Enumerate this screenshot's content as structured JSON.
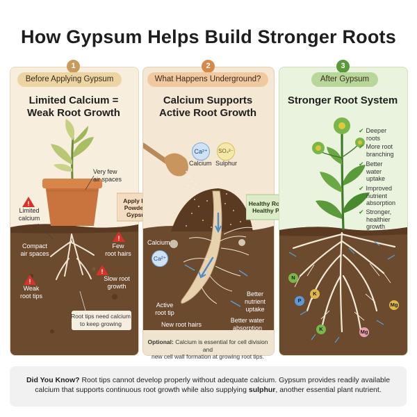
{
  "title": "How Gypsum Helps Build Stronger Roots",
  "panel1": {
    "number": "1",
    "pill": "Before Applying Gypsum",
    "heading_line1": "Limited Calcium =",
    "heading_line2": "Weak Root Growth",
    "labels": {
      "very_few": "Very few",
      "air_spaces": "air spaces",
      "limited": "Limited",
      "calcium": "calcium",
      "compact": "Compact",
      "air_spaces2": "air spaces",
      "few": "Few",
      "root_hairs": "root hairs",
      "slow_root": "Slow root",
      "growth": "growth",
      "weak": "Weak",
      "root_tips": "root tips"
    },
    "note_line1": "Root tips need calcium",
    "note_line2": "to keep growing"
  },
  "arrow1": {
    "line1": "Apply Fine",
    "line2": "Powdered",
    "line3": "Gypsum"
  },
  "panel2": {
    "number": "2",
    "pill": "What Happens Underground?",
    "heading_line1": "Calcium Supports",
    "heading_line2": "Active Root Growth",
    "ca_symbol": "Ca²⁺",
    "so4_symbol": "SO₄²⁻",
    "calcium_label": "Calcium",
    "sulphur_label": "Sulphur",
    "labels": {
      "calcium": "Calcium",
      "ca_ion": "Ca²⁺",
      "active": "Active",
      "root_tip": "root tip",
      "new_root_hairs": "New root hairs",
      "better": "Better",
      "nutrient": "nutrient",
      "uptake": "uptake",
      "better_water": "Better water",
      "absorption": "absorption"
    },
    "optional_label": "Optional:",
    "optional_text_1": " Calcium is essential for cell division and",
    "optional_text_2": "new cell wall formation at growing root tips."
  },
  "arrow2": {
    "line1": "Healthy Roots =",
    "line2": "Healthy Plant"
  },
  "panel3": {
    "number": "3",
    "pill": "After Gypsum",
    "heading": "Stronger Root System",
    "benefits": [
      [
        "Deeper",
        "roots"
      ],
      [
        "More root",
        "branching"
      ],
      [
        "Better",
        "water",
        "uptake"
      ],
      [
        "Improved",
        "nutrient",
        "absorption"
      ],
      [
        "Stronger,",
        "healthier",
        "growth"
      ]
    ],
    "nutrients": [
      "N",
      "K",
      "P",
      "Mg",
      "K",
      "Mg"
    ]
  },
  "footer": {
    "lead": "Did You Know?",
    "text1": " Root tips cannot develop properly without adequate calcium. Gypsum provides readily available",
    "text2a": "calcium that supports continuous root growth while also supplying ",
    "bold": "sulphur",
    "text2b": ", another essential plant nutrient."
  },
  "colors": {
    "step1": "#c99a5a",
    "step2": "#d48a4a",
    "step3": "#5a9a3a",
    "soil": "#6b4a2e",
    "warning": "#d6342a",
    "leaf": "#5a9a3a"
  }
}
